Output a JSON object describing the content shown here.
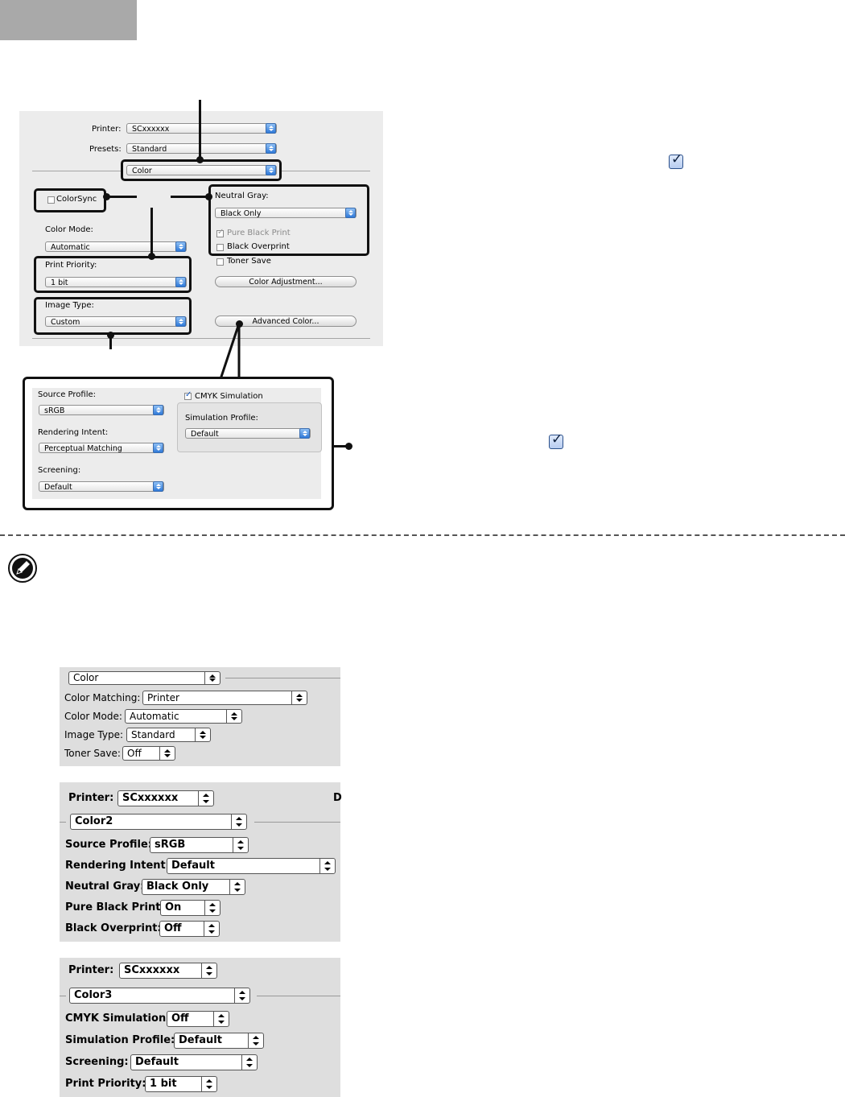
{
  "dialog": {
    "printer_label": "Printer:",
    "printer_value": "SCxxxxxx",
    "presets_label": "Presets:",
    "presets_value": "Standard",
    "panel_value": "Color",
    "colorsync_label": "ColorSync",
    "color_mode_label": "Color Mode:",
    "color_mode_value": "Automatic",
    "print_priority_label": "Print Priority:",
    "print_priority_value": "1 bit",
    "image_type_label": "Image Type:",
    "image_type_value": "Custom",
    "neutral_gray_label": "Neutral Gray:",
    "neutral_gray_value": "Black Only",
    "pure_black_label": "Pure Black Print",
    "black_overprint_label": "Black Overprint",
    "toner_save_label": "Toner Save",
    "color_adjustment_button": "Color Adjustment...",
    "advanced_color_button": "Advanced Color..."
  },
  "advanced": {
    "source_profile_label": "Source Profile:",
    "source_profile_value": "sRGB",
    "rendering_intent_label": "Rendering Intent:",
    "rendering_intent_value": "Perceptual Matching",
    "screening_label": "Screening:",
    "screening_value": "Default",
    "cmyk_simulation_label": "CMYK Simulation",
    "simulation_profile_label": "Simulation Profile:",
    "simulation_profile_value": "Default"
  },
  "os9_color": {
    "panel_value": "Color",
    "color_matching_label": "Color Matching:",
    "color_matching_value": "Printer",
    "color_mode_label": "Color Mode:",
    "color_mode_value": "Automatic",
    "image_type_label": "Image Type:",
    "image_type_value": "Standard",
    "toner_save_label": "Toner Save:",
    "toner_save_value": "Off"
  },
  "os9_color2": {
    "printer_label": "Printer:",
    "printer_value": "SCxxxxxx",
    "right_letter": "D",
    "panel_value": "Color2",
    "source_profile_label": "Source Profile:",
    "source_profile_value": "sRGB",
    "rendering_intent_label": "Rendering Intent:",
    "rendering_intent_value": "Default",
    "neutral_gray_label": "Neutral Gray:",
    "neutral_gray_value": "Black Only",
    "pure_black_label": "Pure Black Print:",
    "pure_black_value": "On",
    "black_overprint_label": "Black Overprint:",
    "black_overprint_value": "Off"
  },
  "os9_color3": {
    "printer_label": "Printer:",
    "printer_value": "SCxxxxxx",
    "panel_value": "Color3",
    "cmyk_simulation_label": "CMYK Simulation:",
    "cmyk_simulation_value": "Off",
    "simulation_profile_label": "Simulation Profile:",
    "simulation_profile_value": "Default",
    "screening_label": "Screening:",
    "screening_value": "Default",
    "print_priority_label": "Print Priority:",
    "print_priority_value": "1 bit"
  },
  "icons": [
    "check-icon",
    "pencil-note-icon"
  ]
}
